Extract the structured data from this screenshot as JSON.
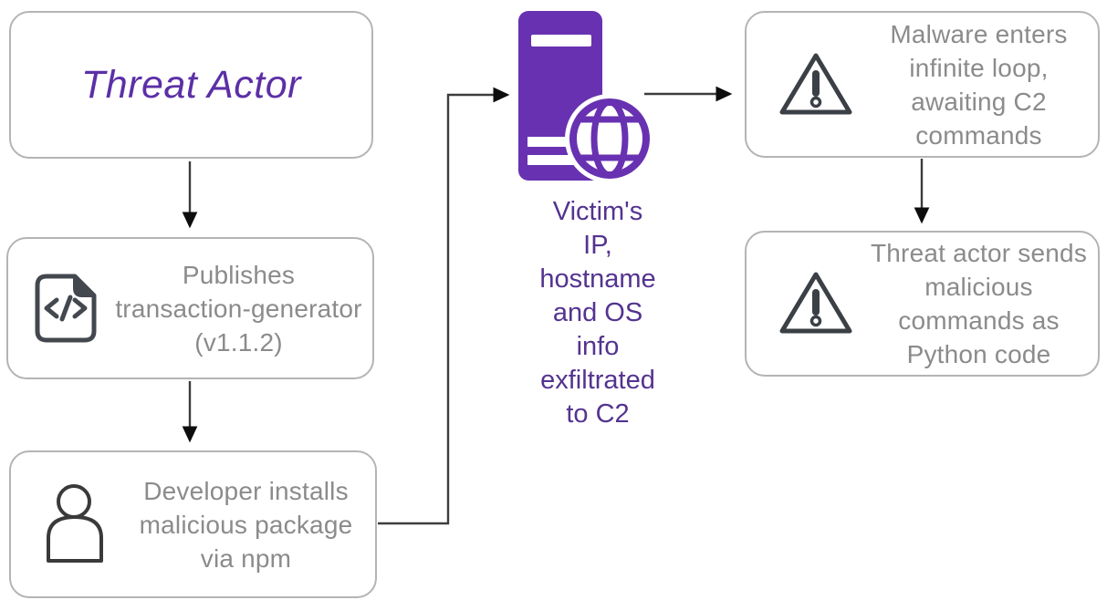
{
  "diagram": {
    "colors": {
      "accent_purple": "#6831b1",
      "title_purple": "#5c2fa6",
      "caption_purple": "#543390",
      "text_gray": "#8b8b8b",
      "border_gray": "#b4b4b4",
      "icon_dark": "#43484e",
      "connector_dark": "#3d3d3d"
    },
    "boxes": {
      "threat_actor": {
        "label": "Threat Actor"
      },
      "publishes": {
        "icon": "code-file-icon",
        "lines": [
          "Publishes",
          "transaction-generator",
          "(v1.1.2)"
        ]
      },
      "developer": {
        "icon": "person-icon",
        "lines": [
          "Developer installs",
          "malicious package",
          "via npm"
        ]
      },
      "malware_loop": {
        "icon": "warning-icon",
        "lines": [
          "Malware enters",
          "infinite loop,",
          "awaiting C2",
          "commands"
        ]
      },
      "threat_commands": {
        "icon": "warning-icon",
        "lines": [
          "Threat actor sends",
          "malicious",
          "commands as",
          "Python code"
        ]
      }
    },
    "server": {
      "icon": "server-with-globe-icon"
    },
    "server_caption": {
      "lines": [
        "Victim's",
        "IP,",
        "hostname",
        "and OS",
        "info",
        "exfiltrated",
        "to C2"
      ]
    },
    "flows": [
      {
        "from": "threat_actor",
        "to": "publishes"
      },
      {
        "from": "publishes",
        "to": "developer"
      },
      {
        "from": "developer",
        "to": "c2_server"
      },
      {
        "from": "c2_server",
        "to": "malware_loop"
      },
      {
        "from": "malware_loop",
        "to": "threat_commands"
      }
    ]
  }
}
